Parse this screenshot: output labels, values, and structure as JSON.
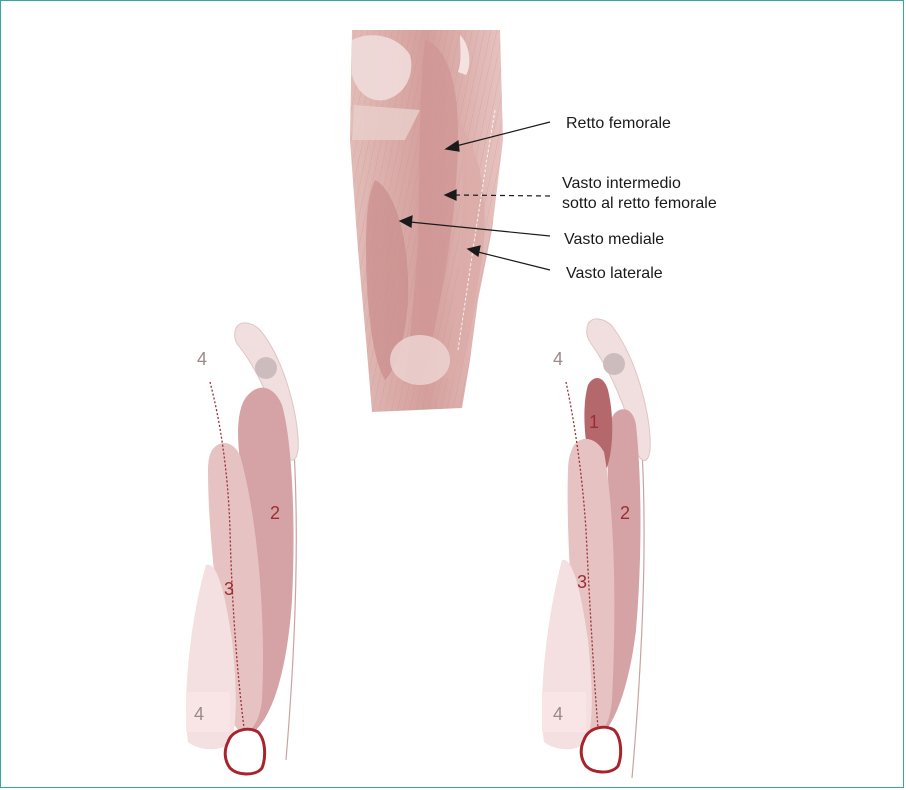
{
  "labels": {
    "retto_femorale": "Retto femorale",
    "vasto_intermedio_line1": "Vasto intermedio",
    "vasto_intermedio_line2": "sotto al retto femorale",
    "vasto_mediale": "Vasto mediale",
    "vasto_laterale": "Vasto laterale"
  },
  "left_section": {
    "num_2": "2",
    "num_3": "3",
    "num_4_top": "4",
    "num_4_bottom": "4"
  },
  "right_section": {
    "num_1": "1",
    "num_2": "2",
    "num_3": "3",
    "num_4_top": "4",
    "num_4_bottom": "4"
  },
  "colors": {
    "border": "#3aa6a0",
    "muscle_dark": "#c98f91",
    "muscle_mid": "#d9a9aa",
    "muscle_light": "#ebcfcf",
    "muscle_pale": "#f3dede",
    "rectus_dark": "#b5686c",
    "label_red": "#9b2e33",
    "label_gray": "#9a8a8a",
    "bone_outline": "#a8242c"
  }
}
